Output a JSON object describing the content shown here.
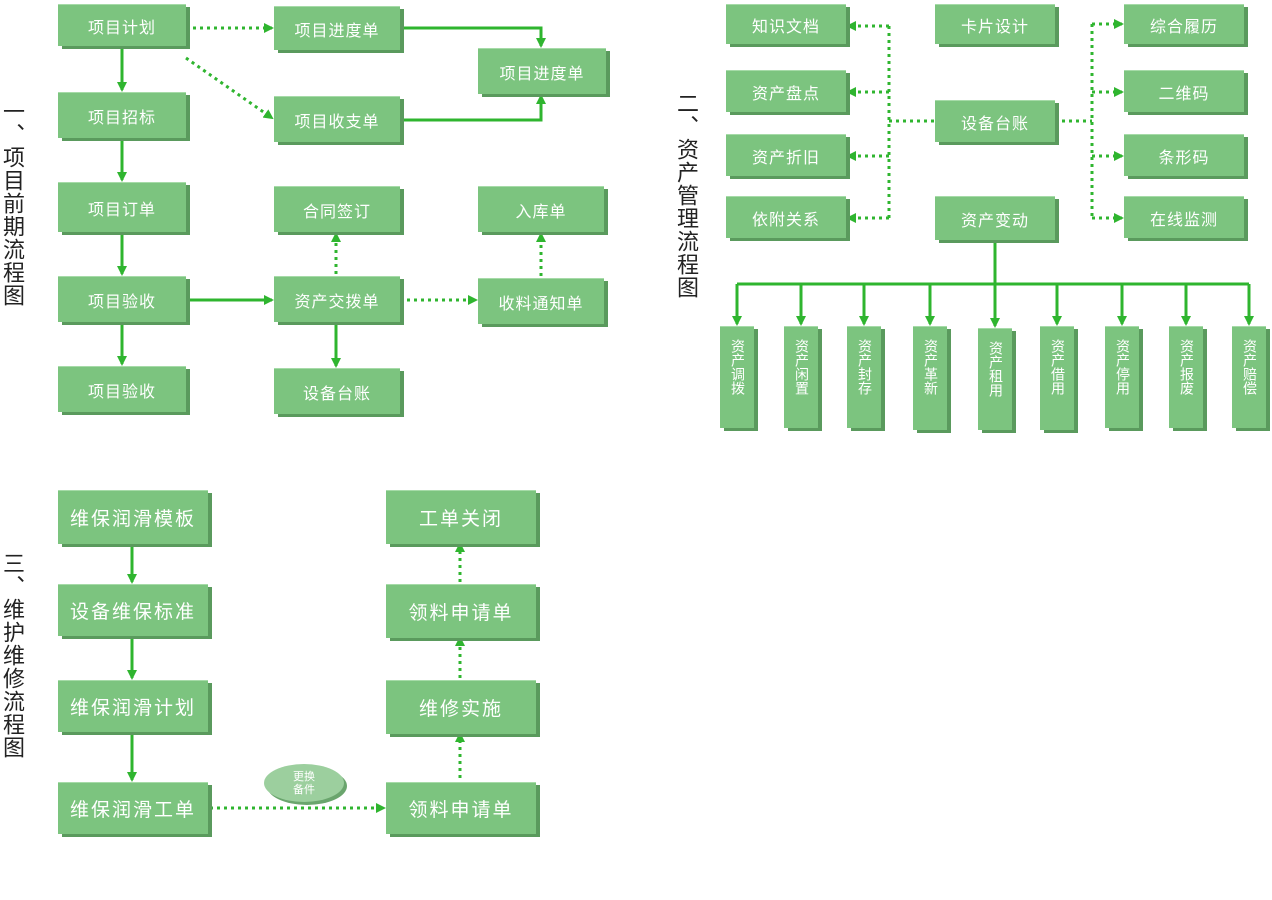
{
  "sections": {
    "s1": "一、项目前期流程图",
    "s2": "二、资产管理流程图",
    "s3": "三、维护维修流程图"
  },
  "flow1": {
    "project_plan": "项目计划",
    "project_bid": "项目招标",
    "project_order": "项目订单",
    "project_acceptance_1": "项目验收",
    "project_acceptance_2": "项目验收",
    "progress_sheet_1": "项目进度单",
    "progress_sheet_2": "项目进度单",
    "income_expense_sheet": "项目收支单",
    "contract_signing": "合同签订",
    "asset_handover_sheet": "资产交拨单",
    "equipment_ledger": "设备台账",
    "warehouse_entry": "入库单",
    "receipt_notice": "收料通知单"
  },
  "flow2": {
    "knowledge_docs": "知识文档",
    "asset_inventory": "资产盘点",
    "asset_depreciation": "资产折旧",
    "attachment_relation": "依附关系",
    "card_design": "卡片设计",
    "equipment_ledger": "设备台账",
    "asset_change": "资产变动",
    "resume": "综合履历",
    "qr_code": "二维码",
    "barcode": "条形码",
    "online_monitoring": "在线监测",
    "changes": [
      "资产调拨",
      "资产闲置",
      "资产封存",
      "资产革新",
      "资产租用",
      "资产借用",
      "资产停用",
      "资产报废",
      "资产赔偿"
    ]
  },
  "flow3": {
    "lube_template": "维保润滑模板",
    "maintenance_standard": "设备维保标准",
    "lube_plan": "维保润滑计划",
    "lube_work_order": "维保润滑工单",
    "parts_badge_line1": "更换",
    "parts_badge_line2": "备件",
    "material_request_1": "领料申请单",
    "maintenance_implementation": "维修实施",
    "material_request_2": "领料申请单",
    "work_order_close": "工单关闭"
  },
  "colors": {
    "node": "#7cc47f",
    "node_shadow": "#5a9a5d",
    "arrow": "#2fb52f"
  }
}
